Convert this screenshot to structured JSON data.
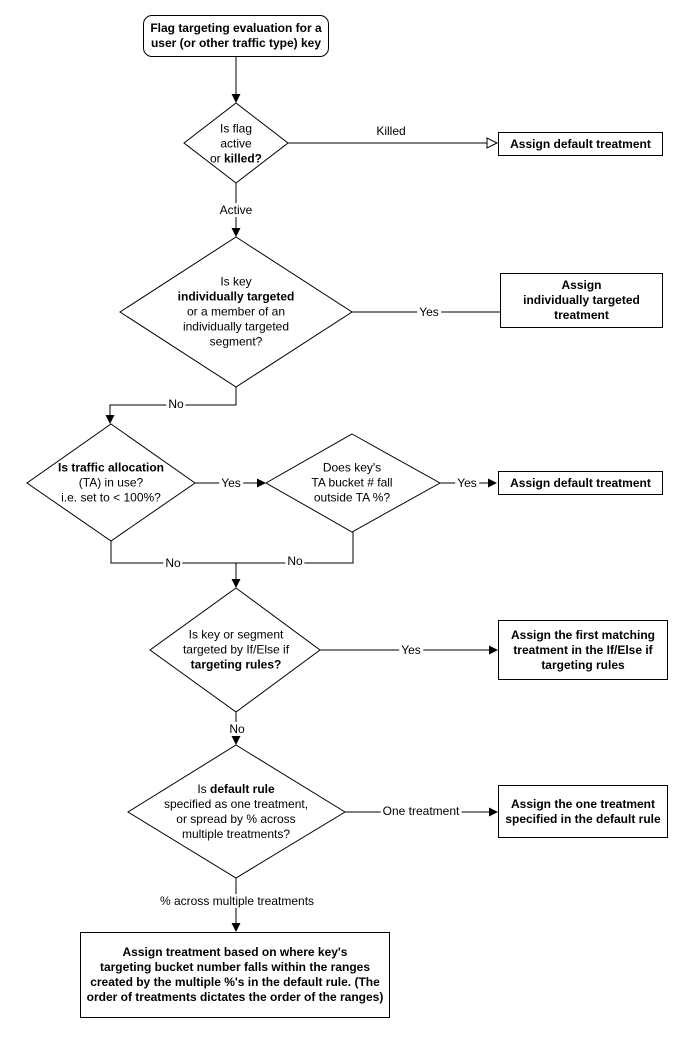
{
  "nodes": {
    "start": {
      "line1": "Flag targeting evaluation for a",
      "line2": "user (or other traffic type) key"
    },
    "d1": {
      "line1": "Is flag",
      "line2": "active",
      "line3a": "or",
      "line3b": "killed?"
    },
    "b1": {
      "label": "Assign default treatment"
    },
    "d2": {
      "line1": "Is key",
      "line2": "individually targeted",
      "line3": "or a member of an",
      "line4": "individually targeted",
      "line5": "segment?"
    },
    "b2": {
      "line1": "Assign",
      "line2": "individually targeted",
      "line3": "treatment"
    },
    "d3": {
      "line1": "Is traffic allocation",
      "line2": "(TA) in use?",
      "line3": "i.e. set to < 100%?"
    },
    "d4": {
      "line1": "Does key's",
      "line2": "TA bucket # fall",
      "line3": "outside TA %?"
    },
    "b3": {
      "label": "Assign default treatment"
    },
    "d5": {
      "line1": "Is key or segment",
      "line2": "targeted by If/Else if",
      "line3": "targeting rules?"
    },
    "b4": {
      "line1": "Assign the first matching",
      "line2": "treatment in the If/Else if",
      "line3": "targeting rules"
    },
    "d6": {
      "line1a": "Is",
      "line1b": "default rule",
      "line2": "specified as one treatment,",
      "line3": "or spread by % across",
      "line4": "multiple treatments?"
    },
    "b5": {
      "line1": "Assign the one treatment",
      "line2": "specified in the default rule"
    },
    "b6": {
      "line1": "Assign treatment based on where key's",
      "line2": "targeting bucket number falls within the ranges",
      "line3": "created by the multiple %'s in the default rule. (The",
      "line4": "order of treatments dictates the order of the ranges)"
    }
  },
  "edges": {
    "killed": "Killed",
    "active": "Active",
    "yes_individual": "Yes",
    "no_individual": "No",
    "yes_ta": "Yes",
    "no_ta": "No",
    "yes_bucket": "Yes",
    "no_bucket": "No",
    "yes_rules": "Yes",
    "no_rules": "No",
    "one_treatment": "One treatment",
    "pct_multiple": "% across multiple treatments"
  },
  "colors": {
    "stroke": "#000000",
    "fill": "#ffffff",
    "text": "#000000"
  }
}
